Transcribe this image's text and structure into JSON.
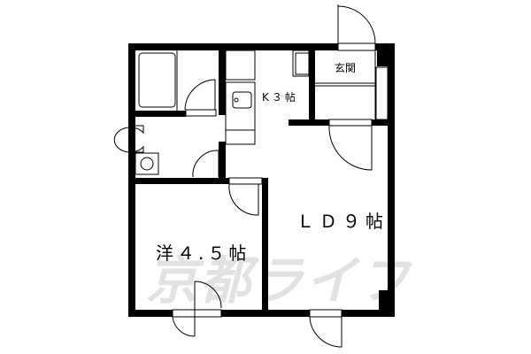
{
  "floor_plan": {
    "rooms": [
      {
        "id": "genkan",
        "label": "玄関"
      },
      {
        "id": "kitchen",
        "label": "K３帖"
      },
      {
        "id": "living_dining",
        "label": "ＬＤ９帖"
      },
      {
        "id": "western_room",
        "label": "洋４.５帖"
      }
    ],
    "watermark": "京都ライフ",
    "colors": {
      "wall": "#000000",
      "line": "#000000",
      "watermark": "#e2e2e2",
      "background": "#ffffff"
    }
  }
}
